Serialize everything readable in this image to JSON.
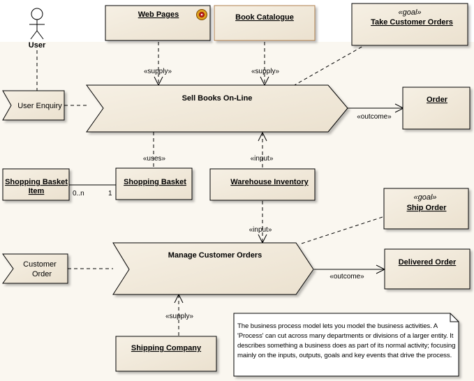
{
  "user": {
    "label": "User"
  },
  "nodes": {
    "web_pages": {
      "title": "Web Pages"
    },
    "book_catalogue": {
      "title": "Book Catalogue"
    },
    "take_orders_goal": {
      "stereotype": "«goal»",
      "title": "Take Customer Orders"
    },
    "user_enquiry": {
      "title": "User Enquiry"
    },
    "sell_books": {
      "title": "Sell Books On-Line"
    },
    "order": {
      "title": "Order"
    },
    "shopping_basket_item": {
      "line1": "Shopping Basket",
      "line2": "Item"
    },
    "shopping_basket": {
      "title": "Shopping Basket"
    },
    "warehouse_inventory": {
      "title": "Warehouse Inventory"
    },
    "ship_order_goal": {
      "stereotype": "«goal»",
      "title": "Ship Order"
    },
    "customer_order": {
      "line1": "Customer",
      "line2": "Order"
    },
    "manage_orders": {
      "title": "Manage Customer Orders"
    },
    "delivered_order": {
      "title": "Delivered Order"
    },
    "shipping_company": {
      "title": "Shipping Company"
    }
  },
  "edges": {
    "supply_web": "«supply»",
    "supply_catalogue": "«supply»",
    "outcome_order": "«outcome»",
    "uses_basket": "«uses»",
    "input_warehouse_sell": "«input»",
    "input_warehouse_manage": "«input»",
    "outcome_delivered": "«outcome»",
    "supply_shipping": "«supply»",
    "mult_item": "0..n",
    "mult_basket": "1"
  },
  "note": {
    "text": "The business process model lets you model the business activities. A 'Process' can cut across many departments or divisions of a larger entity. It describes something a business does as part of its normal activity; focusing mainly on the inputs, outputs, goals and key events that drive the process."
  },
  "colors": {
    "node_fill": "#f0e8d8",
    "node_stroke": "#000000",
    "background_band": "#faf7f0",
    "line": "#000000"
  }
}
